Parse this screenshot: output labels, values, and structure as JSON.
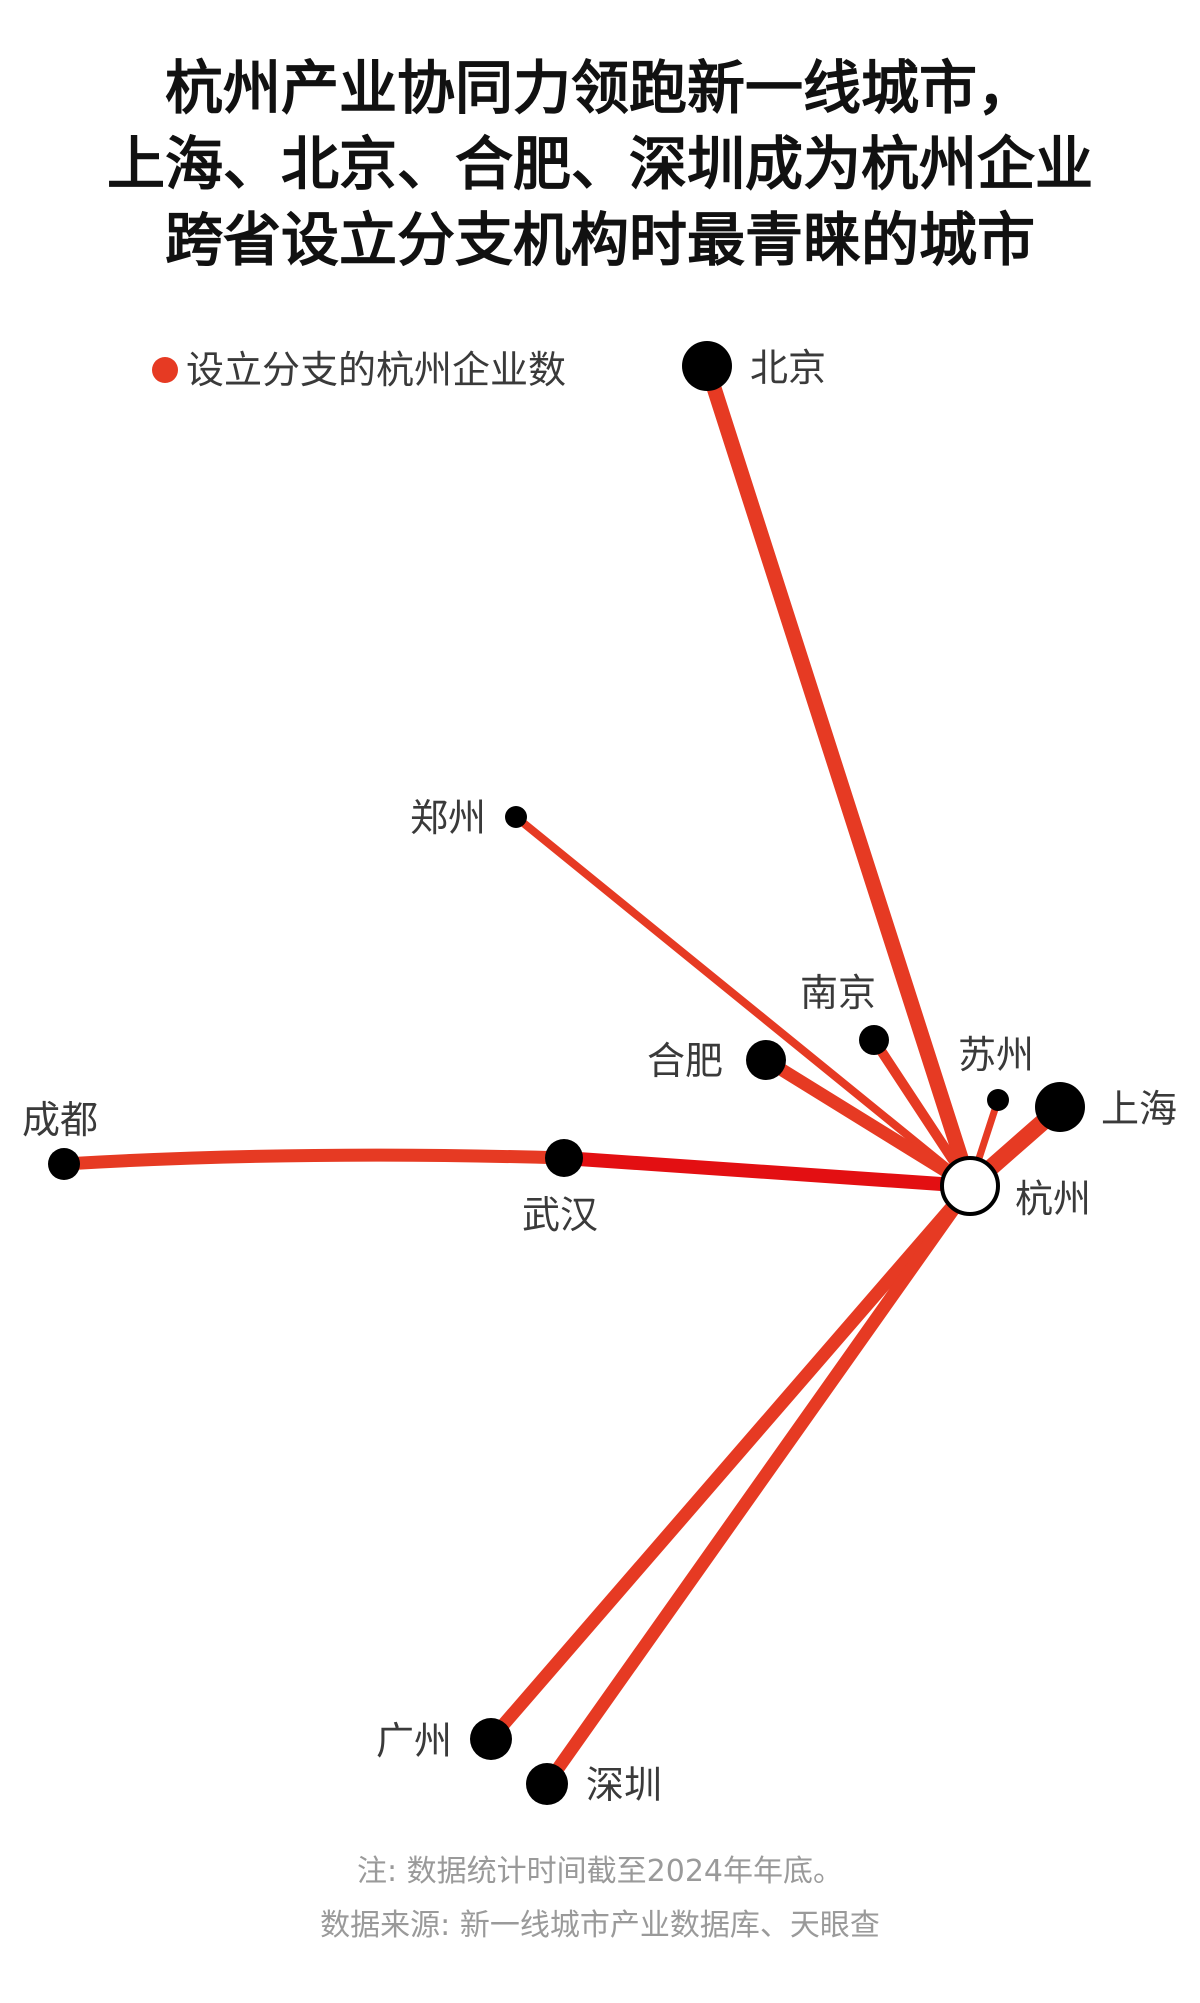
{
  "title": {
    "lines": [
      "杭州产业协同力领跑新一线城市，",
      "上海、北京、合肥、深圳成为杭州企业",
      "跨省设立分支机构时最青睐的城市"
    ]
  },
  "legend": {
    "label": "设立分支的杭州企业数",
    "color": "#e63a23"
  },
  "colors": {
    "route": "#e63a23",
    "route_highlight": "#e30f12",
    "node": "#000000",
    "hub_fill": "#ffffff"
  },
  "hub": {
    "name": "杭州"
  },
  "cities": [
    {
      "id": "beijing",
      "name": "北京"
    },
    {
      "id": "zhengzhou",
      "name": "郑州"
    },
    {
      "id": "nanjing",
      "name": "南京"
    },
    {
      "id": "hefei",
      "name": "合肥"
    },
    {
      "id": "suzhou",
      "name": "苏州"
    },
    {
      "id": "shanghai",
      "name": "上海"
    },
    {
      "id": "chengdu",
      "name": "成都"
    },
    {
      "id": "wuhan",
      "name": "武汉"
    },
    {
      "id": "guangzhou",
      "name": "广州"
    },
    {
      "id": "shenzhen",
      "name": "深圳"
    }
  ],
  "notes": {
    "note": "注: 数据统计时间截至2024年年底。",
    "source": "数据来源: 新一线城市产业数据库、天眼查"
  }
}
